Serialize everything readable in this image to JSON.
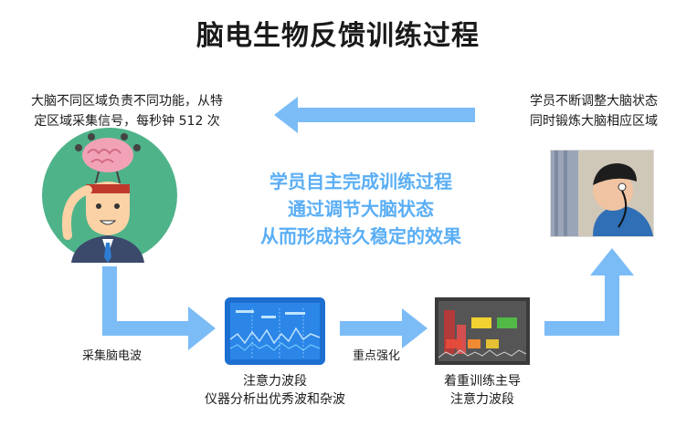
{
  "title": "脑电生物反馈训练过程",
  "notes": {
    "left_line1": "大脑不同区域负责不同功能，从特",
    "left_line2": "定区域采集信号，每秒钟 512 次",
    "right_line1": "学员不断调整大脑状态",
    "right_line2": "同时锻炼大脑相应区域"
  },
  "center": {
    "line1": "学员自主完成训练过程",
    "line2": "通过调节大脑状态",
    "line3": "从而形成持久稳定的效果"
  },
  "labels": {
    "collect": "采集脑电波",
    "emphasize": "重点强化"
  },
  "captions": {
    "screen1_line1": "注意力波段",
    "screen1_line2": "仪器分析出优秀波和杂波",
    "screen2_line1": "着重训练主导",
    "screen2_line2": "注意力波段"
  },
  "colors": {
    "arrow": "#7bbcf7",
    "center_text": "#5aaef5",
    "avatar_bg": "#4fb38a"
  }
}
